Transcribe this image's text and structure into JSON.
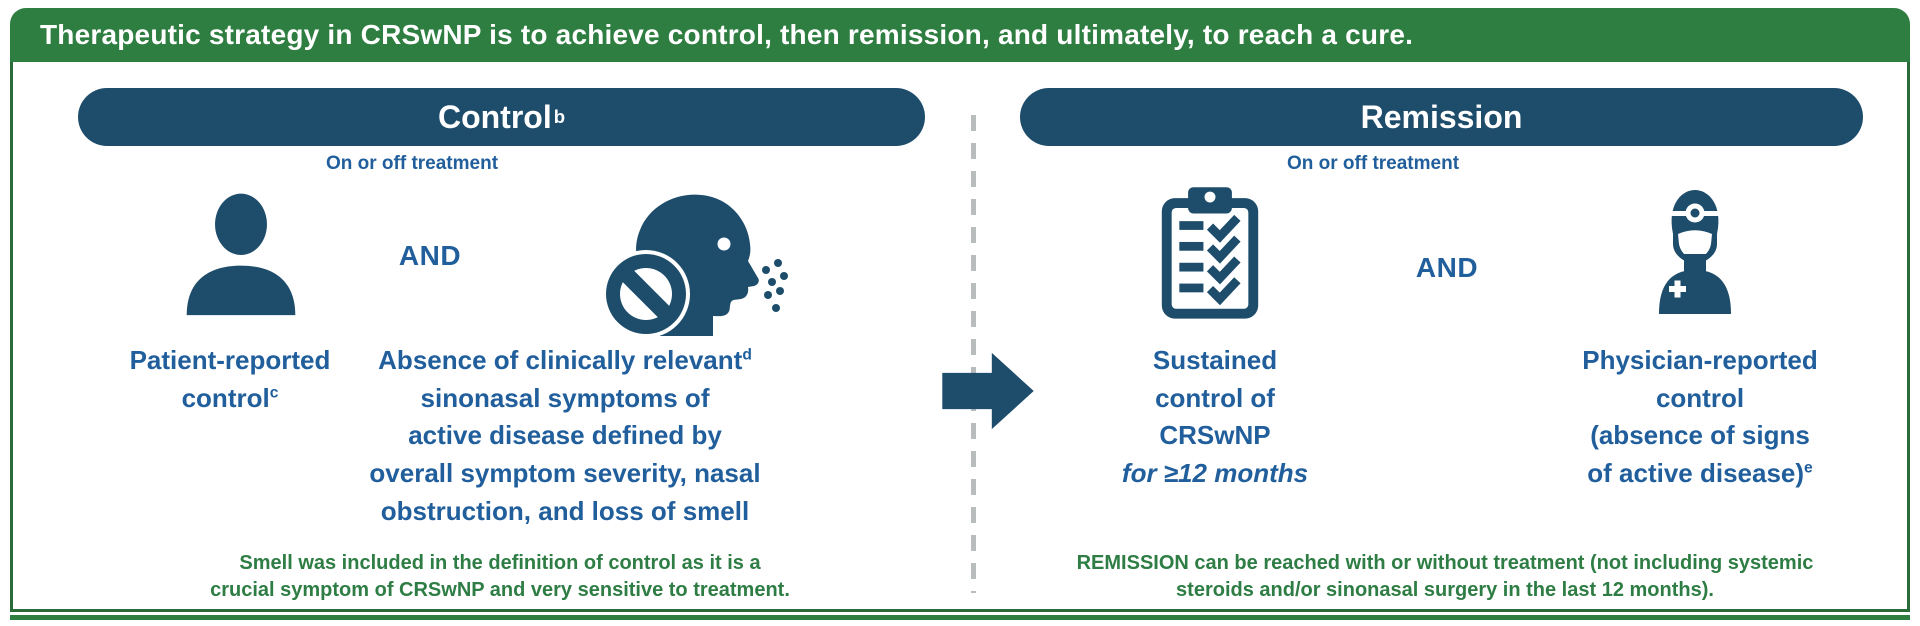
{
  "banner": {
    "text": "Therapeutic strategy in CRSwNP is to achieve control, then remission, and ultimately, to reach a cure."
  },
  "colors": {
    "banner_green": "#2e7d41",
    "border_green": "#2a6b3a",
    "pill_navy": "#1e4d6c",
    "text_blue": "#215e9c",
    "footnote_green": "#2e7d44",
    "divider_gray": "#b9bcbd"
  },
  "control_panel": {
    "title": "Control",
    "title_sup": "b",
    "subtitle": "On or off treatment",
    "and_label": "AND",
    "patient": {
      "icon": "patient-silhouette-icon",
      "line1": "Patient-reported",
      "line2": "control",
      "sup": "c"
    },
    "symptoms": {
      "icon": "no-smell-head-icon",
      "line1": "Absence of clinically relevant",
      "sup": "d",
      "lines": [
        "sinonasal symptoms of",
        "active disease defined by",
        "overall symptom severity, nasal",
        "obstruction, and loss of smell"
      ]
    },
    "footnote_lines": [
      "Smell was included in the definition of control as it is a",
      "crucial symptom of CRSwNP and very sensitive to treatment."
    ]
  },
  "remission_panel": {
    "title": "Remission",
    "subtitle": "On or off treatment",
    "and_label": "AND",
    "sustained": {
      "icon": "checklist-clipboard-icon",
      "lines": [
        "Sustained",
        "control of",
        "CRSwNP"
      ],
      "italic_line": "for ≥12 months"
    },
    "physician": {
      "icon": "physician-icon",
      "lines": [
        "Physician-reported",
        "control",
        "(absence of signs"
      ],
      "last_line": "of active disease)",
      "sup": "e"
    },
    "footnote_lines": [
      "REMISSION can be reached with or without treatment (not including systemic",
      "steroids and/or sinonasal surgery in the last 12 months)."
    ]
  },
  "flow": {
    "icon": "right-arrow-icon"
  }
}
